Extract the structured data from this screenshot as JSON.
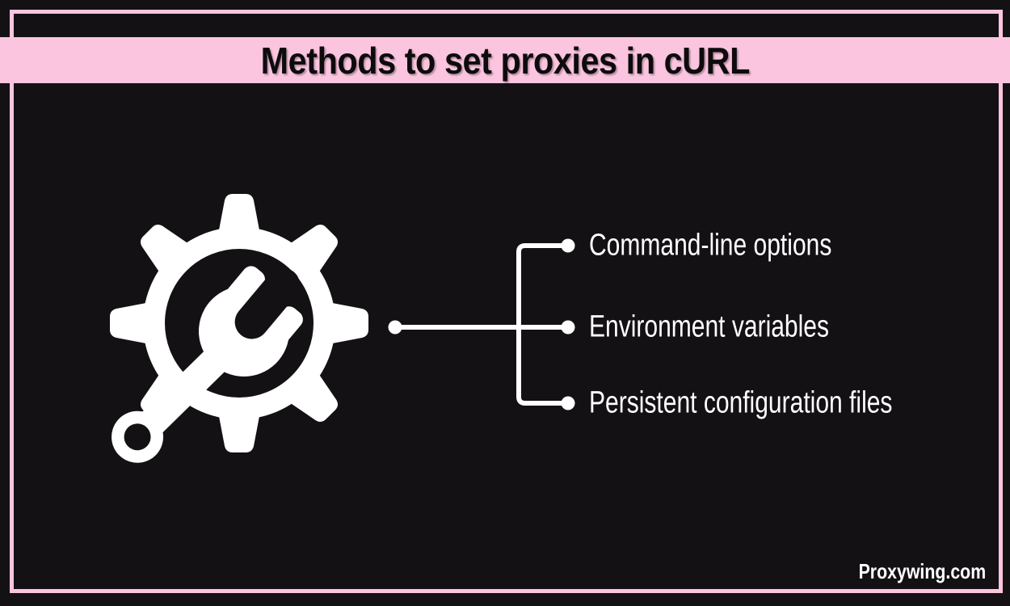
{
  "header": {
    "title": "Methods to set proxies in cURL"
  },
  "items": [
    {
      "label": "Command-line options"
    },
    {
      "label": "Environment variables"
    },
    {
      "label": "Persistent configuration files"
    }
  ],
  "footer": {
    "brand": "Proxywing.com"
  },
  "icons": {
    "main": "gear-wrench-icon",
    "bullet": "connector-dot"
  },
  "colors": {
    "background": "#141114",
    "accent_pink": "#FBC5E0",
    "text_light": "#FFFFFF",
    "text_dark": "#0E0B0D"
  }
}
